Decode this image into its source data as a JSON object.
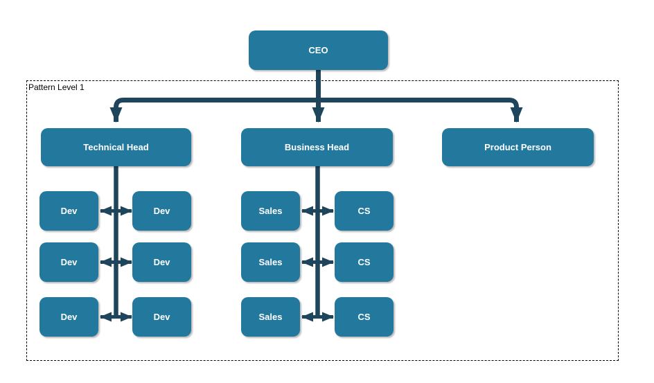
{
  "pattern_container": {
    "label": "Pattern Level 1"
  },
  "nodes": {
    "ceo": {
      "label": "CEO"
    },
    "technical_head": {
      "label": "Technical Head"
    },
    "business_head": {
      "label": "Business Head"
    },
    "product_person": {
      "label": "Product Person"
    }
  },
  "technical_team": {
    "left_column": [
      "Dev",
      "Dev",
      "Dev"
    ],
    "right_column": [
      "Dev",
      "Dev",
      "Dev"
    ]
  },
  "business_team": {
    "left_column": [
      "Sales",
      "Sales",
      "Sales"
    ],
    "right_column": [
      "CS",
      "CS",
      "CS"
    ]
  },
  "colors": {
    "node_fill": "#23789E",
    "node_text": "#FFFFFF",
    "connector": "#1F455C",
    "container_border": "#000000",
    "container_label_text": "#000000",
    "background": "#FFFFFF"
  }
}
